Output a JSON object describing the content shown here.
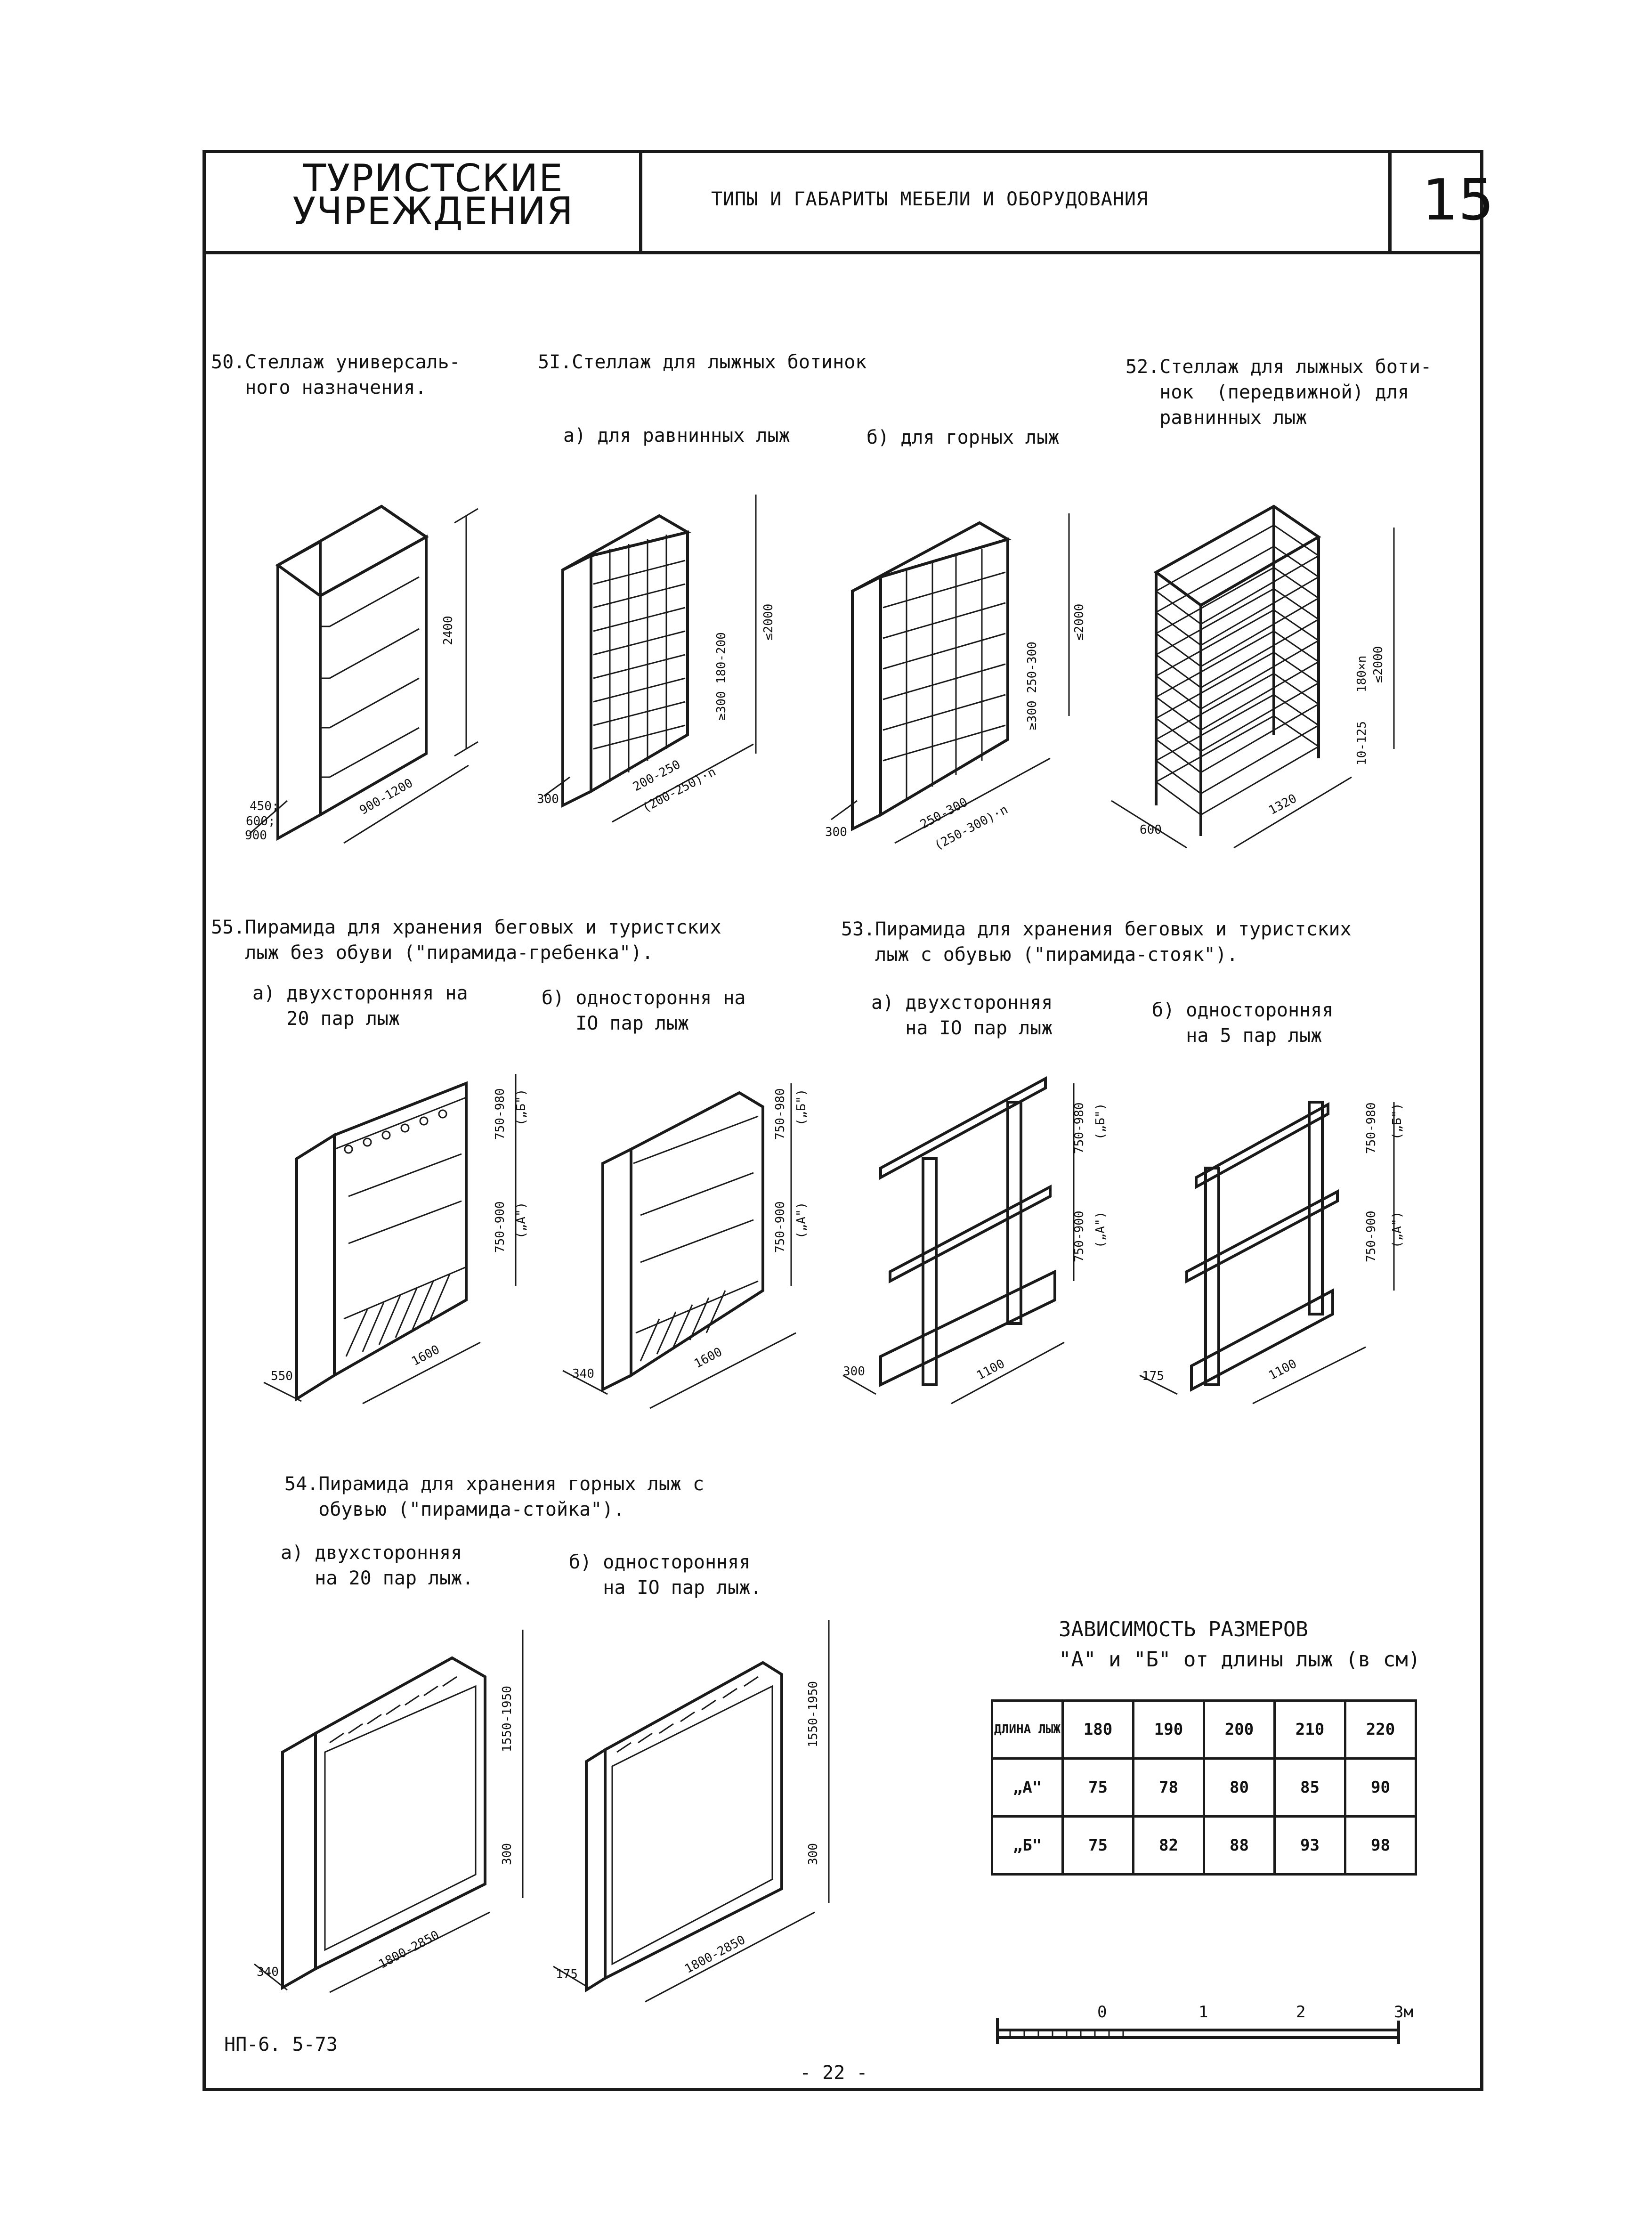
{
  "header": {
    "section_title": "ТУРИСТСКИЕ УЧРЕЖДЕНИЯ",
    "sheet_title": "ТИПЫ И ГАБАРИТЫ МЕБЕЛИ И ОБОРУДОВАНИЯ",
    "sheet_number": "15"
  },
  "figures": {
    "f50": {
      "caption": "50.Стеллаж универсаль-\n   ного назначения.",
      "dims": [
        "2400",
        "900-1200",
        "450;",
        "600;",
        "900"
      ]
    },
    "f51": {
      "caption": "5I.Стеллаж для лыжных ботинок",
      "sub_a": "а) для равнинных лыж",
      "sub_b": "б) для горных лыж",
      "dims_a": [
        "≤2000",
        "≥300 180-200",
        "300",
        "200-250",
        "(200-250)·n"
      ],
      "dims_b": [
        "≤2000",
        "≥300 250-300",
        "300",
        "250-300",
        "(250-300)·n"
      ]
    },
    "f52": {
      "caption": "52.Стеллаж для лыжных боти-\n   нок  (передвижной) для\n   равнинных лыж",
      "dims": [
        "180×n",
        "≤2000",
        "10-125",
        "600",
        "1320"
      ]
    },
    "f55": {
      "caption": "55.Пирамида для хранения беговых и туристских\n   лыж без обуви (\"пирамида-гребенка\").",
      "sub_a": "а) двухсторонняя на\n   20 пар лыж",
      "sub_b": "б) одностороння на\n   IО пар лыж",
      "dims_a": [
        "750-980",
        "(„Б\")",
        "750-900",
        "(„А\")",
        "550",
        "1600"
      ],
      "dims_b": [
        "750-980",
        "(„Б\")",
        "750-900",
        "(„А\")",
        "340",
        "1600"
      ]
    },
    "f53": {
      "caption": "53.Пирамида для хранения беговых и туристских\n   лыж с обувью (\"пирамида-стояк\").",
      "sub_a": "а) двухсторонняя\n   на IО пар лыж",
      "sub_b": "б) односторонняя\n   на 5 пар лыж",
      "dims_a": [
        "750-980",
        "(„Б\")",
        "750-900",
        "(„А\")",
        "300",
        "1100"
      ],
      "dims_b": [
        "750-980",
        "(„Б\")",
        "750-900",
        "(„А\")",
        "175",
        "1100"
      ]
    },
    "f54": {
      "caption": "54.Пирамида для хранения горных лыж с\n   обувью (\"пирамида-стойка\").",
      "sub_a": "а) двухсторонняя\n   на 20 пар лыж.",
      "sub_b": "б) односторонняя\n   на IО пар лыж.",
      "dims_a": [
        "1550-1950",
        "300",
        "340",
        "1800-2850"
      ],
      "dims_b": [
        "1550-1950",
        "300",
        "175",
        "1800-2850"
      ]
    }
  },
  "size_table": {
    "title": "ЗАВИСИМОСТЬ РАЗМЕРОВ\n\"А\" и \"Б\" от длины лыж (в см)",
    "header_label": "ДЛИНА ЛЫЖ",
    "lengths": [
      "180",
      "190",
      "200",
      "210",
      "220"
    ],
    "rows": [
      {
        "label": "„А\"",
        "values": [
          "75",
          "78",
          "80",
          "85",
          "90"
        ]
      },
      {
        "label": "„Б\"",
        "values": [
          "75",
          "82",
          "88",
          "93",
          "98"
        ]
      }
    ]
  },
  "footer": {
    "code": "НП-6. 5-73",
    "page": "- 22 -"
  },
  "scale": {
    "labels": [
      "0",
      "1",
      "2",
      "3м"
    ]
  }
}
